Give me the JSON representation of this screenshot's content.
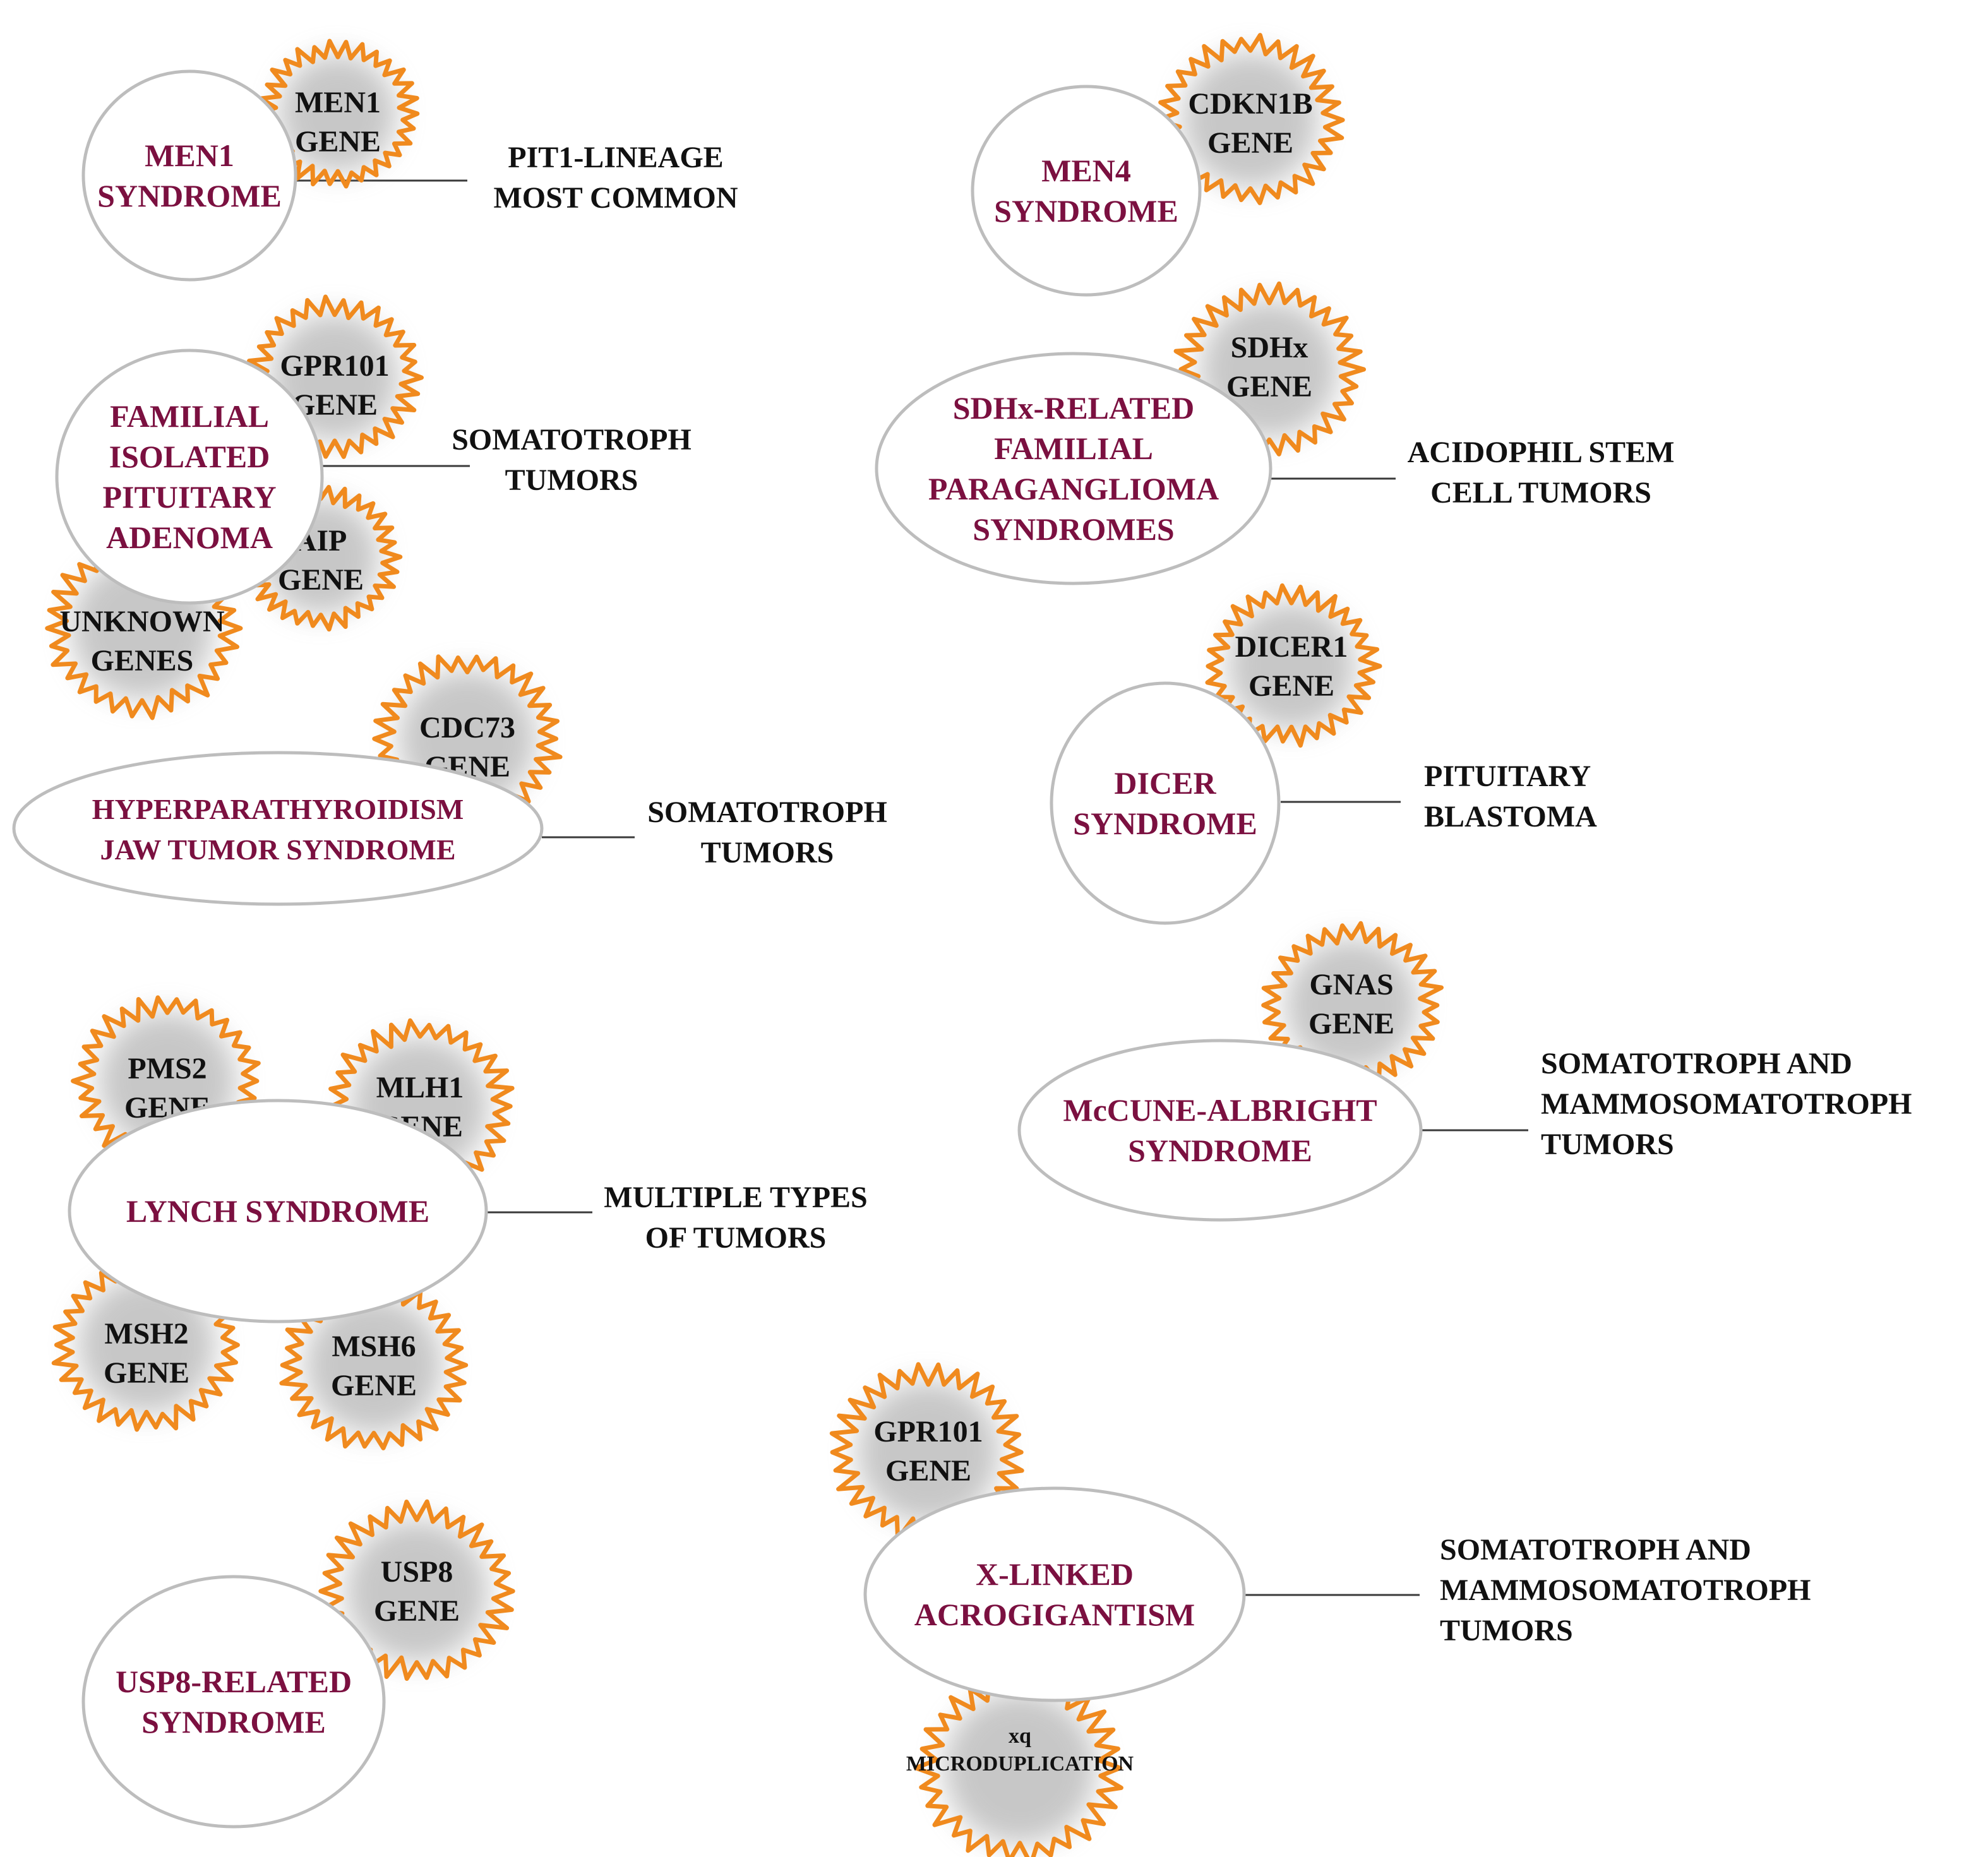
{
  "colors": {
    "syndrome_text": "#7b1040",
    "gene_outline": "#f08a1e",
    "gene_fill": "#9a9a9a",
    "syndrome_border": "#bdbdbd",
    "label_text": "#111111"
  },
  "groups": [
    {
      "id": "men1",
      "syndrome": [
        "MEN1",
        "SYNDROME"
      ],
      "genes": [
        {
          "id": "men1-gene",
          "lines": [
            "MEN1",
            "GENE"
          ]
        }
      ],
      "tumors": [
        "PIT1-LINEAGE",
        "MOST COMMON"
      ]
    },
    {
      "id": "fipa",
      "syndrome": [
        "FAMILIAL",
        "ISOLATED",
        "PITUITARY",
        "ADENOMA"
      ],
      "genes": [
        {
          "id": "gpr101-gene-fipa",
          "lines": [
            "GPR101",
            "GENE"
          ]
        },
        {
          "id": "aip-gene",
          "lines": [
            "AIP",
            "GENE"
          ]
        },
        {
          "id": "unknown-genes",
          "lines": [
            "UNKNOWN",
            "GENES"
          ]
        }
      ],
      "tumors": [
        "SOMATOTROPH",
        "TUMORS"
      ]
    },
    {
      "id": "hpt-jt",
      "syndrome": [
        "HYPERPARATHYROIDISM",
        "JAW TUMOR SYNDROME"
      ],
      "genes": [
        {
          "id": "cdc73-gene",
          "lines": [
            "CDC73",
            "GENE"
          ]
        }
      ],
      "tumors": [
        "SOMATOTROPH",
        "TUMORS"
      ]
    },
    {
      "id": "lynch",
      "syndrome": [
        "LYNCH SYNDROME"
      ],
      "genes": [
        {
          "id": "pms2-gene",
          "lines": [
            "PMS2",
            "GENE"
          ]
        },
        {
          "id": "mlh1-gene",
          "lines": [
            "MLH1",
            "GENE"
          ]
        },
        {
          "id": "msh2-gene",
          "lines": [
            "MSH2",
            "GENE"
          ]
        },
        {
          "id": "msh6-gene",
          "lines": [
            "MSH6",
            "GENE"
          ]
        }
      ],
      "tumors": [
        "MULTIPLE TYPES",
        "OF TUMORS"
      ]
    },
    {
      "id": "usp8",
      "syndrome": [
        "USP8-RELATED",
        "SYNDROME"
      ],
      "genes": [
        {
          "id": "usp8-gene",
          "lines": [
            "USP8",
            "GENE"
          ]
        }
      ],
      "tumors": []
    },
    {
      "id": "men4",
      "syndrome": [
        "MEN4",
        "SYNDROME"
      ],
      "genes": [
        {
          "id": "cdkn1b-gene",
          "lines": [
            "CDKN1B",
            "GENE"
          ]
        }
      ],
      "tumors": []
    },
    {
      "id": "sdhx",
      "syndrome": [
        "SDHx-RELATED",
        "FAMILIAL",
        "PARAGANGLIOMA",
        "SYNDROMES"
      ],
      "genes": [
        {
          "id": "sdhx-gene",
          "lines": [
            "SDHx",
            "GENE"
          ]
        }
      ],
      "tumors": [
        "ACIDOPHIL STEM",
        "CELL TUMORS"
      ]
    },
    {
      "id": "dicer",
      "syndrome": [
        "DICER",
        "SYNDROME"
      ],
      "genes": [
        {
          "id": "dicer1-gene",
          "lines": [
            "DICER1",
            "GENE"
          ]
        }
      ],
      "tumors": [
        "PITUITARY",
        "BLASTOMA"
      ]
    },
    {
      "id": "mccune",
      "syndrome": [
        "McCUNE-ALBRIGHT",
        "SYNDROME"
      ],
      "genes": [
        {
          "id": "gnas-gene",
          "lines": [
            "GNAS",
            "GENE"
          ]
        }
      ],
      "tumors": [
        "SOMATOTROPH AND",
        "MAMMOSOMATOTROPH",
        "TUMORS"
      ]
    },
    {
      "id": "xlag",
      "syndrome": [
        "X-LINKED",
        "ACROGIGANTISM"
      ],
      "genes": [
        {
          "id": "gpr101-gene-xlag",
          "lines": [
            "GPR101",
            "GENE"
          ]
        },
        {
          "id": "xq-microduplication",
          "lines": [
            "xq",
            "MICRODUPLICATION"
          ]
        }
      ],
      "tumors": [
        "SOMATOTROPH AND",
        "MAMMOSOMATOTROPH",
        "TUMORS"
      ]
    }
  ]
}
